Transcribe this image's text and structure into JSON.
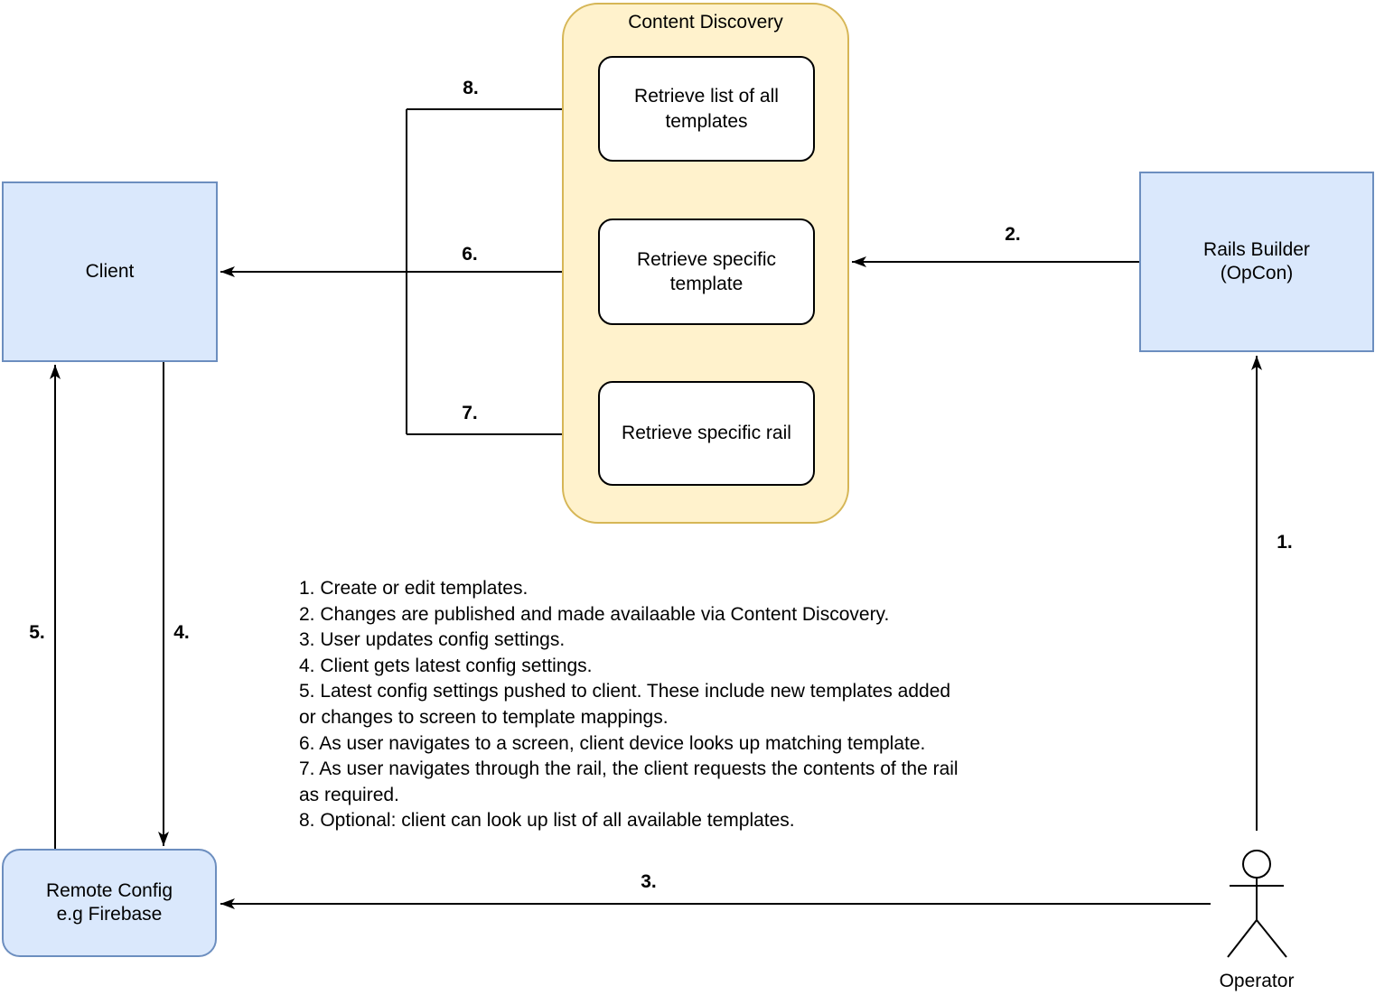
{
  "group": {
    "title": "Content Discovery"
  },
  "nodes": {
    "client": "Client",
    "rails_builder": "Rails Builder\n(OpCon)",
    "remote_config": "Remote Config\ne.g Firebase",
    "retrieve_list": "Retrieve list of all\ntemplates",
    "retrieve_template": "Retrieve specific\ntemplate",
    "retrieve_rail": "Retrieve specific rail",
    "operator": "Operator"
  },
  "arrows": {
    "a1": "1.",
    "a2": "2.",
    "a3": "3.",
    "a4": "4.",
    "a5": "5.",
    "a6": "6.",
    "a7": "7.",
    "a8": "8."
  },
  "notes": {
    "lines": [
      "1. Create or edit templates.",
      "2. Changes are published and made availaable via Content Discovery.",
      "3. User updates config settings.",
      "4. Client gets latest config settings.",
      "5. Latest config settings pushed to client. These include new templates added",
      "or changes to screen to template mappings.",
      "6. As user navigates to a screen, client device looks up matching template.",
      "7. As user navigates through the rail, the client requests the contents of the rail",
      "as required.",
      "8. Optional: client can look up list of all available templates."
    ]
  },
  "colors": {
    "node_fill": "#dae8fc",
    "node_border": "#6c8ebf",
    "group_fill": "#fff2cc",
    "group_border": "#d6b656",
    "line": "#000000"
  }
}
